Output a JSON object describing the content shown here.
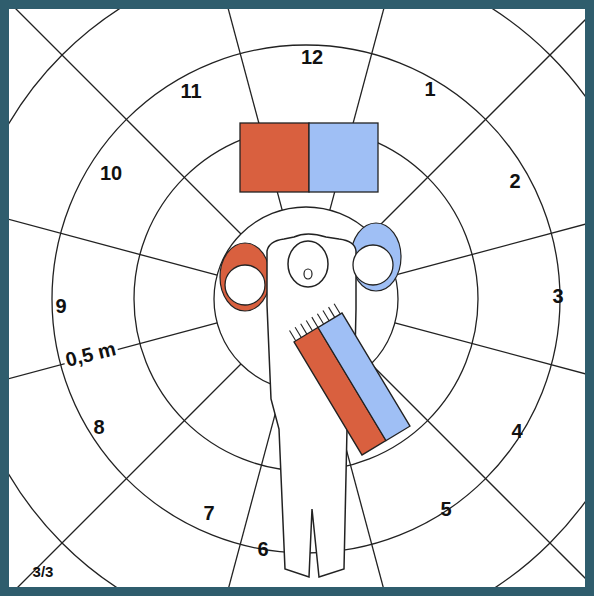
{
  "diagram": {
    "labels": [
      "12",
      "1",
      "2",
      "3",
      "4",
      "5",
      "6",
      "7",
      "8",
      "9",
      "10",
      "11",
      "0,5 m",
      "3/3"
    ]
  }
}
